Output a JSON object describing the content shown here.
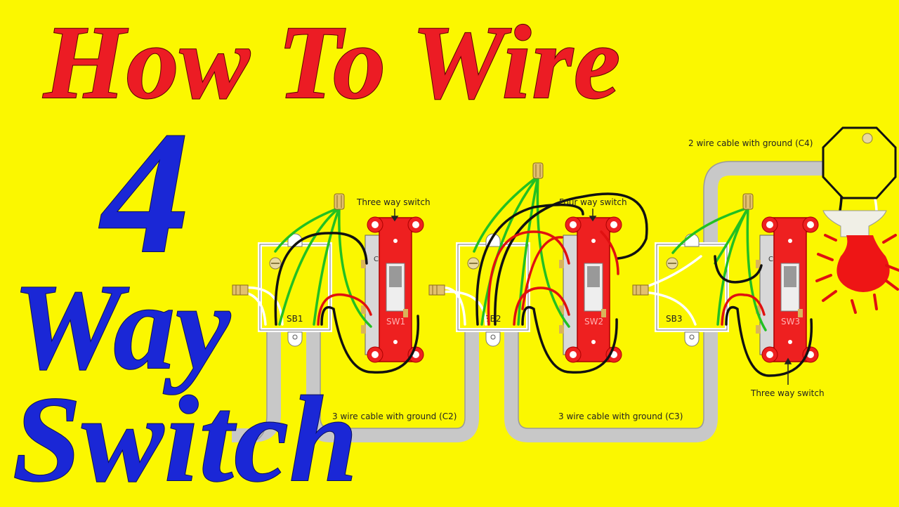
{
  "title": {
    "line1": "How To Wire",
    "number": "4",
    "line2": "Way",
    "line3": "Switch"
  },
  "diagram": {
    "labels": {
      "sw1_type": "Three way switch",
      "sw2_type": "Four way switch",
      "sw3_type": "Three way switch",
      "cable_c2": "3 wire cable with ground (C2)",
      "cable_c3": "3 wire cable with ground (C3)",
      "cable_c4": "2 wire cable with ground (C4)"
    },
    "boxes": [
      "SB1",
      "SB2",
      "SB3"
    ],
    "switches": [
      "SW1",
      "SW2",
      "SW3"
    ],
    "terminal_common": "C"
  },
  "colors": {
    "background": "#fbf700",
    "title_red": "#ec1c24",
    "title_blue": "#1a27d6",
    "hot_wire": "#000000",
    "traveler_wire": "#e01010",
    "ground_wire": "#22c022",
    "switch_strap": "#ee2020",
    "cable": "#c8c8c8"
  }
}
